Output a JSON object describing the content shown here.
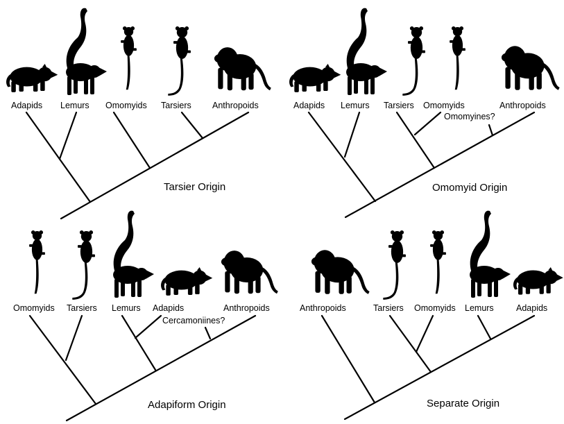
{
  "colors": {
    "ink": "#000000",
    "background": "#ffffff"
  },
  "panels": [
    {
      "title": "Tarsier Origin",
      "taxa": [
        {
          "label": "Adapids",
          "icon": "adapid-icon"
        },
        {
          "label": "Lemurs",
          "icon": "lemur-icon"
        },
        {
          "label": "Omomyids",
          "icon": "omomyid-icon"
        },
        {
          "label": "Tarsiers",
          "icon": "tarsier-icon"
        },
        {
          "label": "Anthropoids",
          "icon": "anthropoid-icon"
        }
      ],
      "annotation": ""
    },
    {
      "title": "Omomyid Origin",
      "taxa": [
        {
          "label": "Adapids",
          "icon": "adapid-icon"
        },
        {
          "label": "Lemurs",
          "icon": "lemur-icon"
        },
        {
          "label": "Tarsiers",
          "icon": "tarsier-icon"
        },
        {
          "label": "Omomyids",
          "icon": "omomyid-icon"
        },
        {
          "label": "Anthropoids",
          "icon": "anthropoid-icon"
        }
      ],
      "annotation": "Omomyines?"
    },
    {
      "title": "Adapiform Origin",
      "taxa": [
        {
          "label": "Omomyids",
          "icon": "omomyid-icon"
        },
        {
          "label": "Tarsiers",
          "icon": "tarsier-icon"
        },
        {
          "label": "Lemurs",
          "icon": "lemur-icon"
        },
        {
          "label": "Adapids",
          "icon": "adapid-icon"
        },
        {
          "label": "Anthropoids",
          "icon": "anthropoid-icon"
        }
      ],
      "annotation": "Cercamoniines?"
    },
    {
      "title": "Separate Origin",
      "taxa": [
        {
          "label": "Anthropoids",
          "icon": "anthropoid-icon"
        },
        {
          "label": "Tarsiers",
          "icon": "tarsier-icon"
        },
        {
          "label": "Omomyids",
          "icon": "omomyid-icon"
        },
        {
          "label": "Lemurs",
          "icon": "lemur-icon"
        },
        {
          "label": "Adapids",
          "icon": "adapid-icon"
        }
      ],
      "annotation": ""
    }
  ]
}
